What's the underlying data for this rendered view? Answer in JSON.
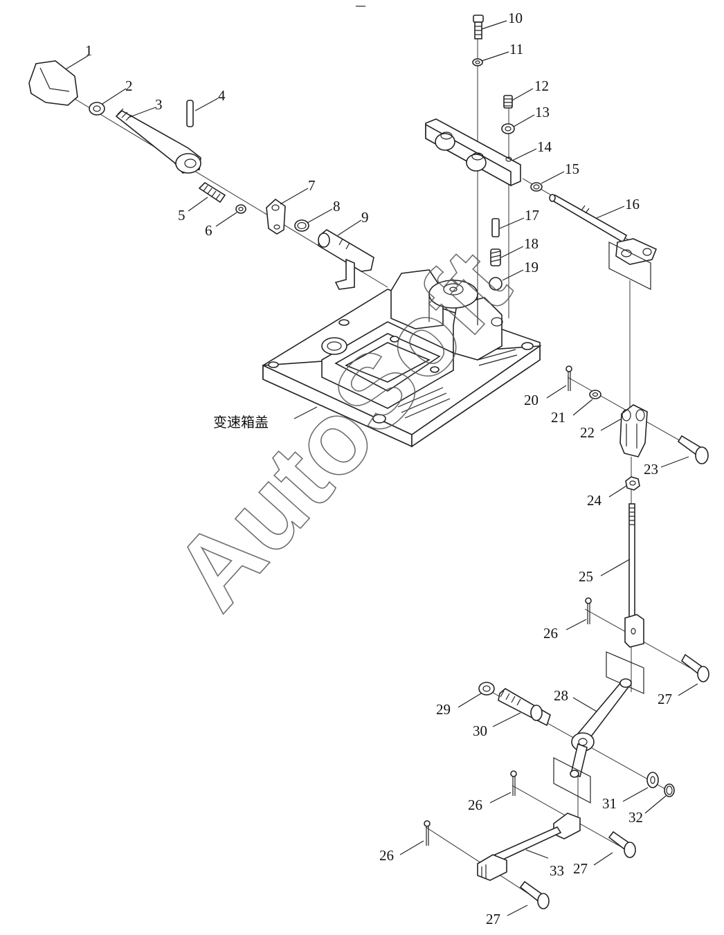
{
  "assembly_label": "变速箱盖",
  "watermark": "AutoSoft",
  "callouts": [
    "1",
    "2",
    "3",
    "4",
    "5",
    "6",
    "7",
    "8",
    "9",
    "10",
    "11",
    "12",
    "13",
    "14",
    "15",
    "16",
    "17",
    "18",
    "19",
    "20",
    "21",
    "22",
    "23",
    "24",
    "25",
    "26",
    "27",
    "28",
    "29",
    "30",
    "31",
    "32",
    "33"
  ]
}
